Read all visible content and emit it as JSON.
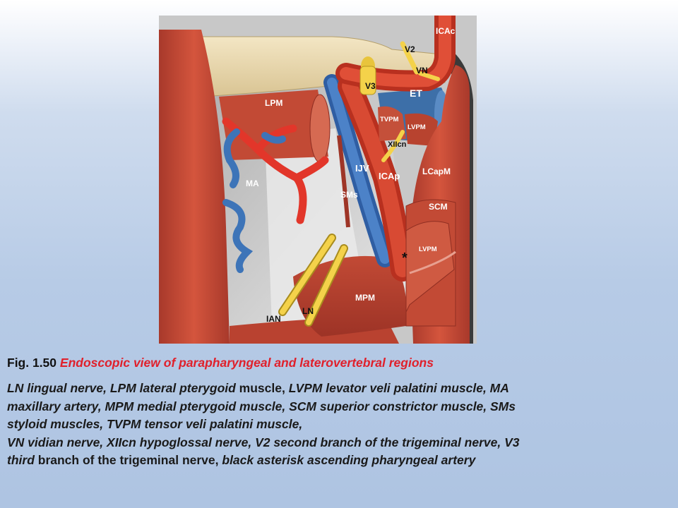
{
  "figure": {
    "labels": {
      "ICAc": "ICAc",
      "V2": "V2",
      "VN": "VN",
      "V3": "V3",
      "ET": "ET",
      "LPM": "LPM",
      "TVPM": "TVPM",
      "LVPM_top": "LVPM",
      "XIIcn": "XIIcn",
      "IJV": "IJV",
      "ICAp": "ICAp",
      "LCapM": "LCapM",
      "MA": "MA",
      "SMs": "SMs",
      "SCM": "SCM",
      "LVPM_bottom": "LVPM",
      "asterisk": "*",
      "MPM": "MPM",
      "IAN": "IAN",
      "LN": "LN"
    }
  },
  "caption": {
    "fig_number": "Fig. 1.50",
    "title": "Endoscopic view of parapharyngeal and laterovertebral regions",
    "line1_parts": [
      {
        "t": "LN lingual nerve, LPM lateral pterygoid",
        "i": true
      },
      {
        "t": " muscle, ",
        "i": false
      },
      {
        "t": "LVPM levator veli palatini muscle, MA",
        "i": true
      }
    ],
    "line2": "maxillary artery, MPM medial pterygoid muscle, SCM superior constrictor muscle, SMs",
    "line3": "styloid muscles, TVPM tensor veli palatini muscle,",
    "line4": "VN vidian nerve, XIIcn hypoglossal nerve, V2 second branch of the trigeminal nerve, V3",
    "line5_parts": [
      {
        "t": "third",
        "i": true
      },
      {
        "t": " branch of the trigeminal nerve, ",
        "i": false
      },
      {
        "t": "black asterisk ascending pharyngeal artery",
        "i": true
      }
    ]
  }
}
